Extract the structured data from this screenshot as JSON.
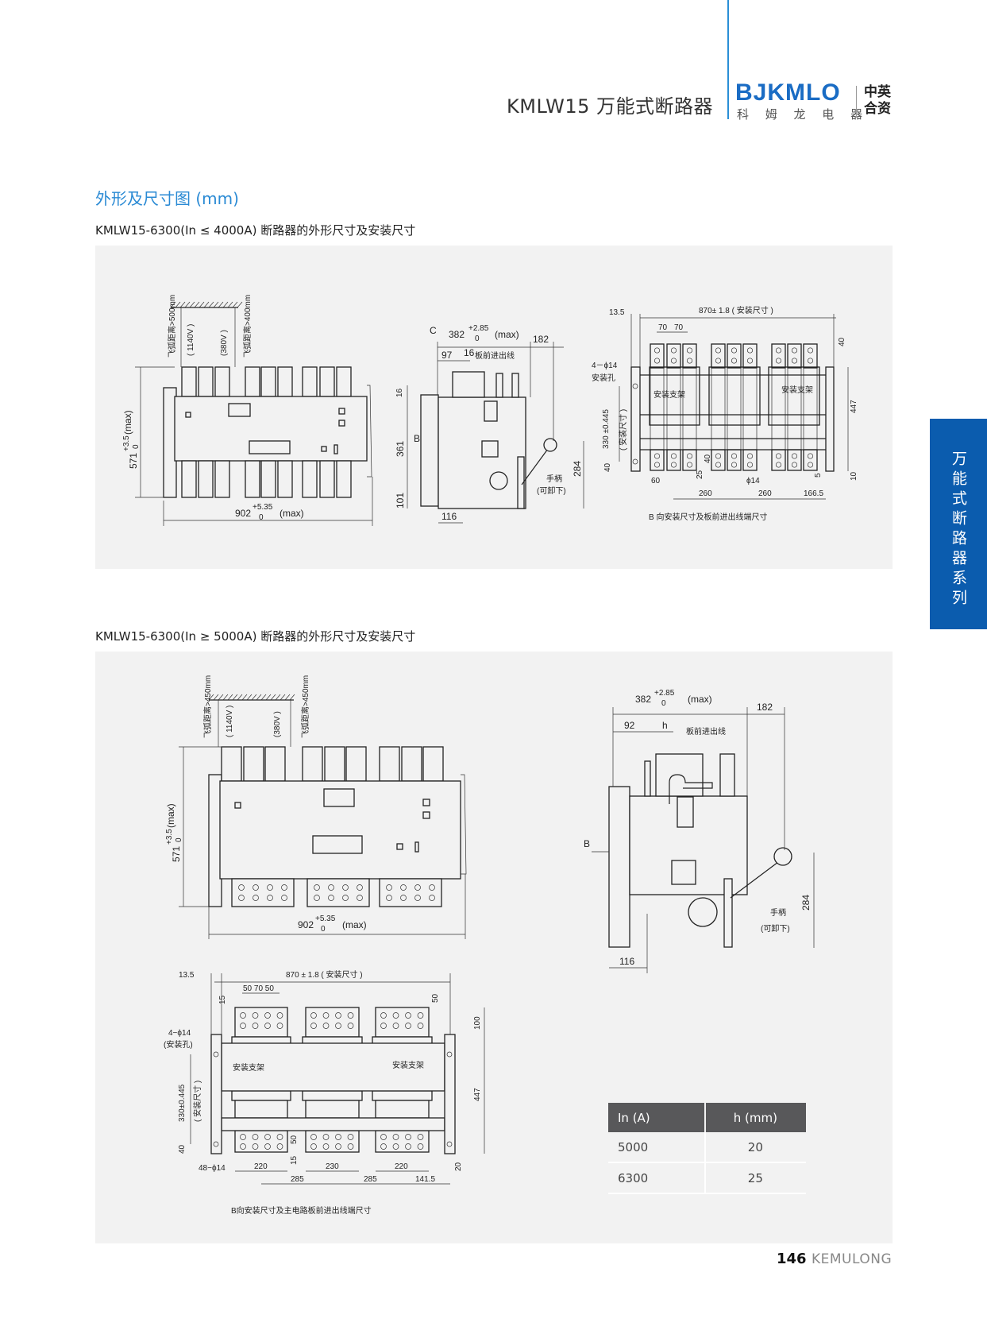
{
  "header": {
    "title": "KMLW15 万能式断路器",
    "logo_en": "BJKMLO",
    "logo_cn": "科 姆 龙 电 器",
    "badge_line1": "中英",
    "badge_line2": "合资"
  },
  "section_title": "外形及尺寸图 (mm)",
  "side_tab": "万能式断路器系列",
  "figure1": {
    "caption": "KMLW15-6300(In ≤ 4000A) 断路器的外形尺寸及安装尺寸",
    "front": {
      "arc1": "飞弧距离>500mm",
      "v1140": "( 1140V )",
      "v380": "(380V )",
      "arc2": "飞弧距离>400mm",
      "h_main": "571",
      "h_tol_up": "+3.5",
      "h_tol_low": "0",
      "h_max": "(max)",
      "w_main": "902",
      "w_tol_up": "+5.35",
      "w_tol_low": "0",
      "w_max": "(max)"
    },
    "side": {
      "c": "C",
      "d_main": "382",
      "d_tol_up": "+2.85",
      "d_tol_low": "0",
      "d_max": "(max)",
      "d182": "182",
      "d97": "97",
      "d16": "16",
      "busbar": "板前进出线",
      "v16": "16",
      "v361": "361",
      "v101": "101",
      "b": "B",
      "d116": "116",
      "v284": "284",
      "handle": "手柄",
      "handle_note": "(可卸下)"
    },
    "bview": {
      "d13_5": "13.5",
      "d870": "870± 1.8 ( 安装尺寸 )",
      "d70a": "70",
      "d70b": "70",
      "holes": "4－ϕ14",
      "holes_note": "安装孔",
      "bracket1": "安装支架",
      "bracket2": "安装支架",
      "v330": "330 ±0.445",
      "v330_note": "( 安装尺寸 )",
      "v40": "40",
      "v40b": "40",
      "v25": "25",
      "v40c": "40",
      "d60": "60",
      "d260a": "260",
      "d260b": "260",
      "d166_5": "166.5",
      "phi14": "ϕ14",
      "v5": "5",
      "v10": "10",
      "v447": "447",
      "caption": "B 向安装尺寸及板前进出线端尺寸"
    }
  },
  "figure2": {
    "caption": "KMLW15-6300(In ≥ 5000A) 断路器的外形尺寸及安装尺寸",
    "front": {
      "arc1": "飞弧距离>450mm",
      "v1140": "( 1140V )",
      "v380": "(380V )",
      "arc2": "飞弧距离>450mm",
      "h_main": "571",
      "h_tol_up": "+3.5",
      "h_tol_low": "0",
      "h_max": "(max)",
      "w_main": "902",
      "w_tol_up": "+5.35",
      "w_tol_low": "0",
      "w_max": "(max)"
    },
    "side": {
      "d_main": "382",
      "d_tol_up": "+2.85",
      "d_tol_low": "0",
      "d_max": "(max)",
      "d182": "182",
      "d92": "92",
      "h": "h",
      "busbar": "板前进出线",
      "b": "B",
      "d116": "116",
      "v284": "284",
      "handle": "手柄",
      "handle_note": "(可卸下)"
    },
    "bview": {
      "d13_5": "13.5",
      "d870": "870 ± 1.8 ( 安装尺寸 )",
      "d50_70_50": "50 70 50",
      "v15": "15",
      "holes": "4−ϕ14",
      "holes_note": "(安装孔)",
      "bracket1": "安装支架",
      "bracket2": "安装支架",
      "v330": "330±0.445",
      "v330_note": "( 安装尺寸 )",
      "v40": "40",
      "holes48": "48−ϕ14",
      "d220a": "220",
      "d230": "230",
      "d220b": "220",
      "d285a": "285",
      "d285b": "285",
      "d141_5": "141.5",
      "v15b": "15",
      "v50a": "50",
      "v50b": "50",
      "v100": "100",
      "v447": "447",
      "v20": "20",
      "caption": "B向安装尺寸及主电路板前进出线端尺寸"
    }
  },
  "table": {
    "headers": [
      "In (A)",
      "h (mm)"
    ],
    "rows": [
      [
        "5000",
        "20"
      ],
      [
        "6300",
        "25"
      ]
    ]
  },
  "footer": {
    "page": "146",
    "brand": "KEMULONG"
  }
}
